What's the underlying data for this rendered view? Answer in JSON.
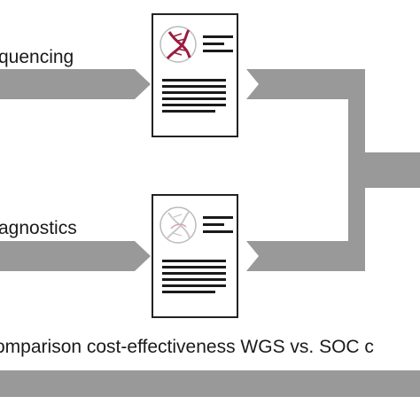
{
  "labels": {
    "top_arrow": "quencing",
    "middle_arrow": "agnostics",
    "bottom_band": "omparison cost-effectiveness WGS vs. SOC c"
  },
  "icons": {
    "top_document": "dna-helix-report-icon",
    "bottom_document": "faded-dna-report-icon"
  },
  "colors": {
    "arrow_gray": "#999999",
    "dna_accent": "#9b1b3f",
    "dna_faded": "#d9a3b1",
    "text": "#1a1a1a"
  }
}
